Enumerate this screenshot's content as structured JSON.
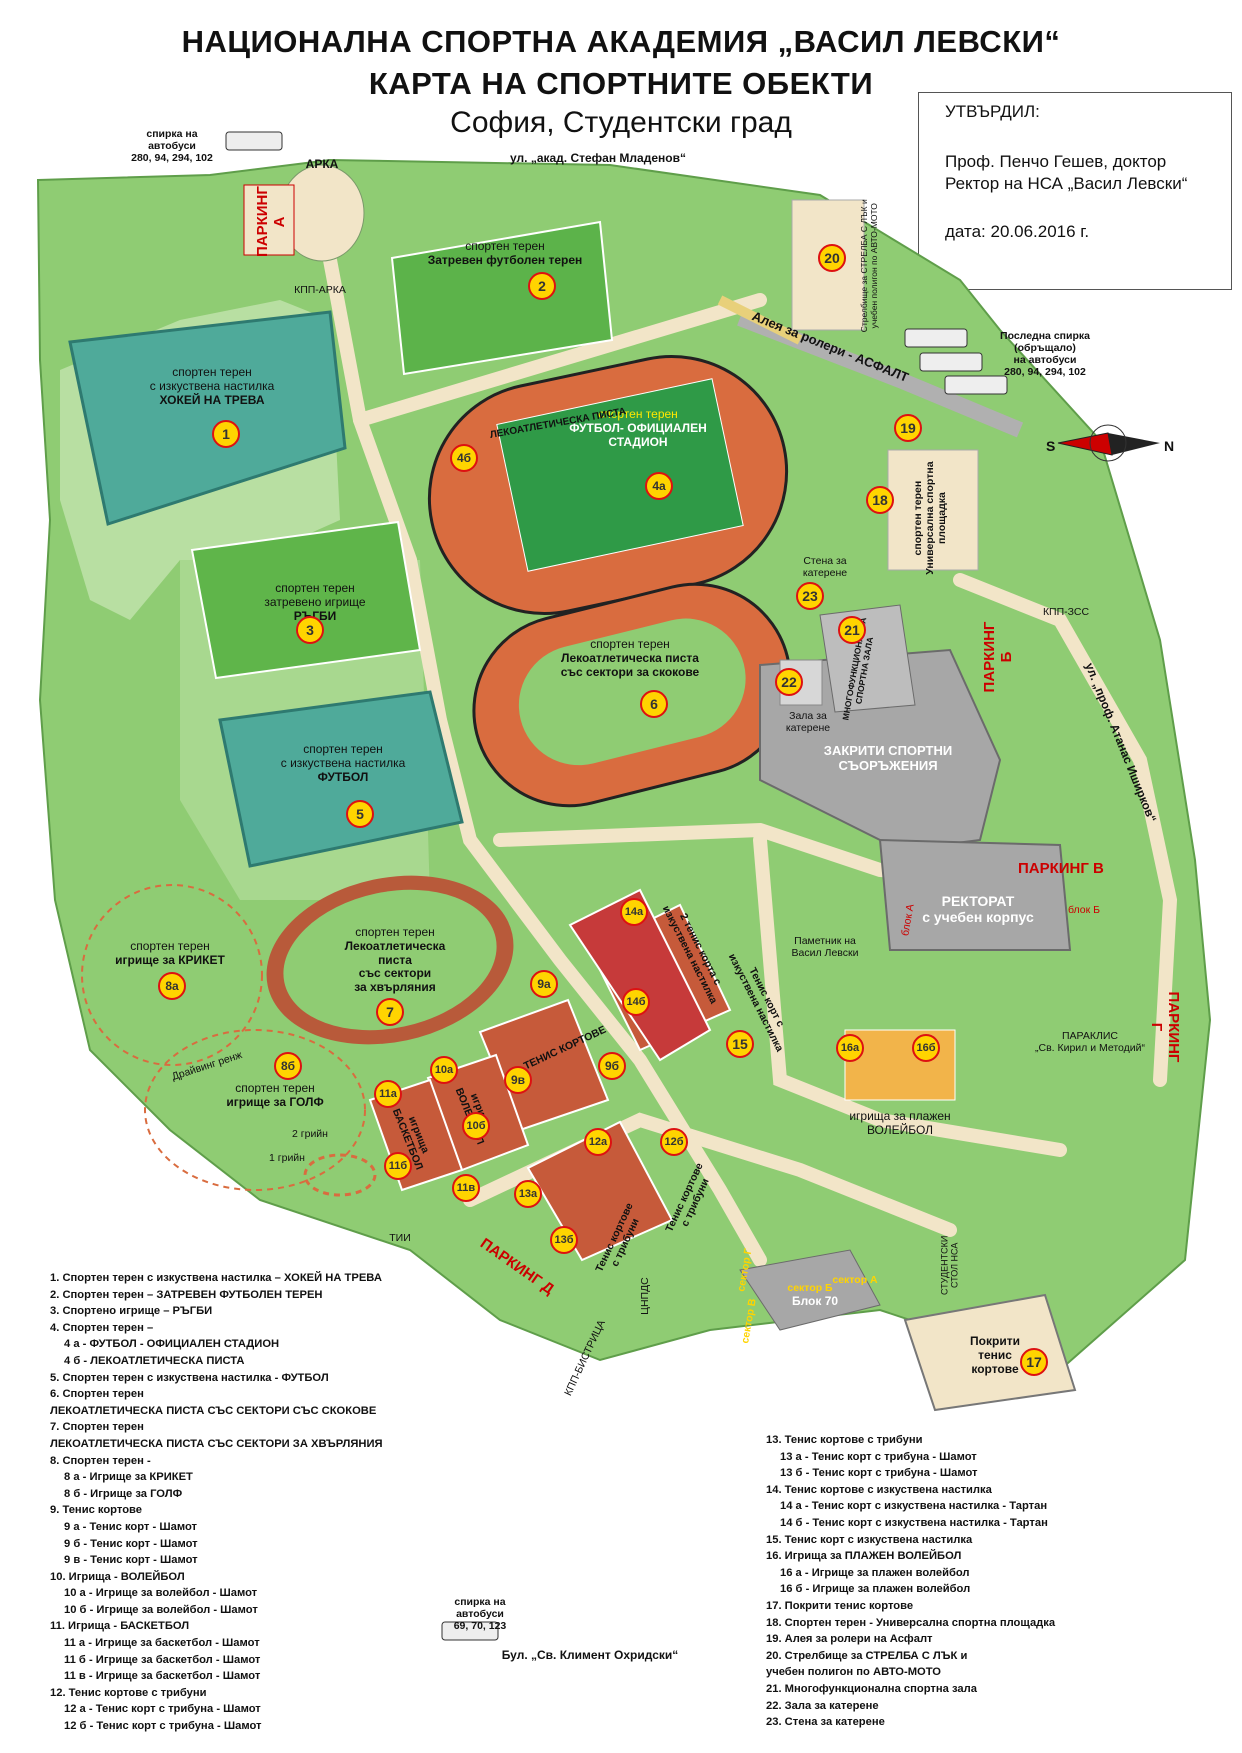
{
  "header": {
    "title_line1": "НАЦИОНАЛНА СПОРТНА АКАДЕМИЯ „ВАСИЛ ЛЕВСКИ“",
    "title_line2": "КАРТА НА СПОРТНИТЕ ОБЕКТИ",
    "subtitle": "София, Студентски град"
  },
  "approval": {
    "heading": "УТВЪРДИЛ:",
    "line1": "Проф. Пенчо Гешев, доктор",
    "line2": "Ректор на НСА „Васил Левски“",
    "date": "дата:  20.06.2016 г."
  },
  "map": {
    "streets": {
      "top": "ул. „акад. Стефан Младенов“",
      "right": "ул. „проф. Атанас Иширков“",
      "bottom": "Бул. „Св. Климент Охридски“"
    },
    "bus_stops": {
      "top_label": "спирка на автобуси",
      "top_lines": "280, 94, 294, 102",
      "right_label1": "Последна спирка",
      "right_label2": "(обръщало)",
      "right_label3": "на автобуси",
      "right_lines": "280, 94, 294, 102",
      "bottom_label": "спирка на автобуси",
      "bottom_lines": "69, 70, 123"
    },
    "checkpoints": {
      "arch": "АРКА",
      "kpp_arch": "КПП-АРКА",
      "kpp_zss": "КПП-ЗСС",
      "kpp_bistritsa": "КПП-БИСТРИЦА"
    },
    "parkings": {
      "a1": "ПАРКИНГ",
      "a2": "А",
      "b1": "ПАРКИНГ",
      "b2": "Б",
      "v": "ПАРКИНГ  В",
      "g1": "ПАРКИНГ",
      "g2": "Г",
      "d1": "ПАРКИНГ",
      "d2": "Д"
    },
    "compass": {
      "s": "S",
      "n": "N"
    },
    "labels": {
      "f1a": "спортен терен",
      "f1b": "с изкуствена настилка",
      "f1c": "ХОКЕЙ НА ТРЕВА",
      "f2a": "спортен терен",
      "f2b": "Затревен футболен терен",
      "f3a": "спортен терен",
      "f3b": "затревено игрище",
      "f3c": "РЪГБИ",
      "f4a": "спортен терен",
      "f4b": "ФУТБОЛ- ОФИЦИАЛЕН",
      "f4c": "СТАДИОН",
      "f4track": "ЛЕКОАТЛЕТИЧЕСКА ПИСТА",
      "f5a": "спортен терен",
      "f5b": "с изкуствена настилка",
      "f5c": "ФУТБОЛ",
      "f6a": "спортен терен",
      "f6b": "Лекоатлетическа писта",
      "f6c": "със сектори за скокове",
      "f7a": "спортен терен",
      "f7b": "Лекоатлетическа",
      "f7c": "писта",
      "f7d": "със сектори",
      "f7e": "за хвърляния",
      "f8a": "спортен терен",
      "f8b": "игрище за КРИКЕТ",
      "f8c": "спортен терен",
      "f8d": "игрище за ГОЛФ",
      "golf_range": "Драйвинг ренж",
      "greens2": "2 грийн",
      "greens1": "1 грийн",
      "tennis9": "ТЕНИС КОРТОВЕ",
      "volley10": "игрища ВОЛЕЙБОЛ",
      "basket11": "игрища БАСКЕТБОЛ",
      "t13": "Тенис кортове с трибуни",
      "t12": "Тенис кортове с трибуни",
      "t14": "2 тенис корта с изкуствена настилка",
      "t15": "Тенис корт с изкуствена настилка",
      "beach": "игрища за плажен ВОЛЕЙБОЛ",
      "closed1": "ЗАКРИТИ СПОРТНИ",
      "closed2": "СЪОРЪЖЕНИЯ",
      "rect1": "РЕКТОРАТ",
      "rect2": "с учебен корпус",
      "blockA": "блок А",
      "blockB": "блок Б",
      "monument1": "Паметник на",
      "monument2": "Васил Левски",
      "chapel1": "ПАРАКЛИС",
      "chapel2": "„Св. Кирил и Методий“",
      "hall21": "МНОГОФУНКЦИОНАЛНА СПОРТНА ЗАЛА",
      "climbwall1": "Стена за",
      "climbwall2": "катерене",
      "climbhall1": "Зала за",
      "climbhall2": "катерене",
      "univ18": "спортен терен Универсална спортна площадка",
      "roller19": "Алея за ролери - АСФАЛТ",
      "shooting20": "Стрелбище за СТРЕЛБА С ЛЪК и учебен полигон по АВТО-МОТО",
      "covered17": "Покрити тенис кортове",
      "canteen": "СТУДЕНТСКИ СТОЛ НСА",
      "block70": "Блок 70",
      "sectorA": "сектор А",
      "sectorB": "сектор Б",
      "sectorV": "сектор В",
      "sectorG": "сектор Г",
      "cnpds": "ЦНПДС",
      "tii": "ТИИ"
    },
    "markers": [
      "1",
      "2",
      "3",
      "4а",
      "4б",
      "5",
      "6",
      "7",
      "8а",
      "8б",
      "9а",
      "9б",
      "9в",
      "10а",
      "10б",
      "11а",
      "11б",
      "11в",
      "12а",
      "12б",
      "13а",
      "13б",
      "14а",
      "14б",
      "15",
      "16а",
      "16б",
      "17",
      "18",
      "19",
      "20",
      "21",
      "22",
      "23"
    ]
  },
  "legend_left": [
    "1. Спортен терен с изкуствена настилка – ХОКЕЙ НА ТРЕВА",
    "2. Спортен терен – ЗАТРЕВЕН ФУТБОЛЕН ТЕРЕН",
    "3. Спортено игрище  – РЪГБИ",
    "4. Спортен терен  –",
    "    4 а - ФУТБОЛ - ОФИЦИАЛЕН СТАДИОН",
    "    4 б - ЛЕКОАТЛЕТИЧЕСКА ПИСТА",
    "5. Спортен терен с изкуствена настилка - ФУТБОЛ",
    "6. Спортен терен",
    "ЛЕКОАТЛЕТИЧЕСКА ПИСТА СЪС СЕКТОРИ СЪС СКОКОВЕ",
    "7. Спортен терен",
    "ЛЕКОАТЛЕТИЧЕСКА ПИСТА СЪС СЕКТОРИ ЗА ХВЪРЛЯНИЯ",
    "8. Спортен терен -",
    "    8 а - Игрище за КРИКЕТ",
    "    8 б - Игрище за ГОЛФ",
    "9. Тенис кортове",
    "    9 а - Тенис корт - Шамот",
    "    9 б - Тенис корт - Шамот",
    "    9 в - Тенис корт - Шамот",
    "10. Игрища - ВОЛЕЙБОЛ",
    "    10 а - Игрище за волейбол - Шамот",
    "    10 б - Игрище за волейбол - Шамот",
    "11. Игрища - БАСКЕТБОЛ",
    "    11 а - Игрище за баскетбол - Шамот",
    "    11 б - Игрище за баскетбол - Шамот",
    "    11 в - Игрище за баскетбол - Шамот",
    "12. Тенис кортове с трибуни",
    "    12 а - Тенис корт с трибуна - Шамот",
    "    12 б - Тенис корт с трибуна - Шамот"
  ],
  "legend_right": [
    "13. Тенис кортове с трибуни",
    "    13 а - Тенис корт с трибуна - Шамот",
    "    13 б - Тенис корт с трибуна - Шамот",
    "14. Тенис кортове с изкуствена настилка",
    "    14 а - Тенис корт с изкуствена настилка - Тартан",
    "    14 б - Тенис корт с изкуствена настилка - Тартан",
    "15. Тенис корт с изкуствена настилка",
    "16. Игрища за ПЛАЖЕН ВОЛЕЙБОЛ",
    "    16 а - Игрище за плажен волейбол",
    "    16 б - Игрище за плажен волейбол",
    "17. Покрити тенис кортове",
    "18. Спортен терен - Универсална спортна площадка",
    "19. Алея за ролери на Асфалт",
    "20. Стрелбище за СТРЕЛБА С ЛЪК и",
    "      учебен полигон по АВТО-МОТО",
    "21. Многофункционална спортна зала",
    "22. Зала за катерене",
    "23. Стена за катерене"
  ],
  "colors": {
    "grass": "#8fcc73",
    "light_grass": "#b8dfa2",
    "path": "#f2e5c8",
    "track": "#d96c3f",
    "pitch": "#2f9a47",
    "turf": "#4faa9a",
    "building": "#a7a7a7",
    "court": "#c65a3a",
    "parking": "#c00000",
    "marker": "#ffd400"
  }
}
